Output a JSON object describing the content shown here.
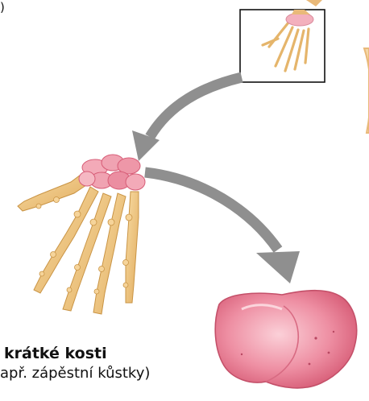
{
  "top_fragment": ")",
  "label": {
    "title": "krátké kosti",
    "subtitle": "apř. zápěstní kůstky)"
  },
  "colors": {
    "bone": "#efc883",
    "bone_dark": "#c99445",
    "carpal": "#f0a3b2",
    "carpal_dark": "#d75d77",
    "arrow": "#8f8f8f",
    "frame": "#111111"
  },
  "icons": [
    "inset-hand-image",
    "hand-skeleton-image",
    "carpal-bone-image",
    "curved-arrow-left",
    "curved-arrow-right"
  ]
}
